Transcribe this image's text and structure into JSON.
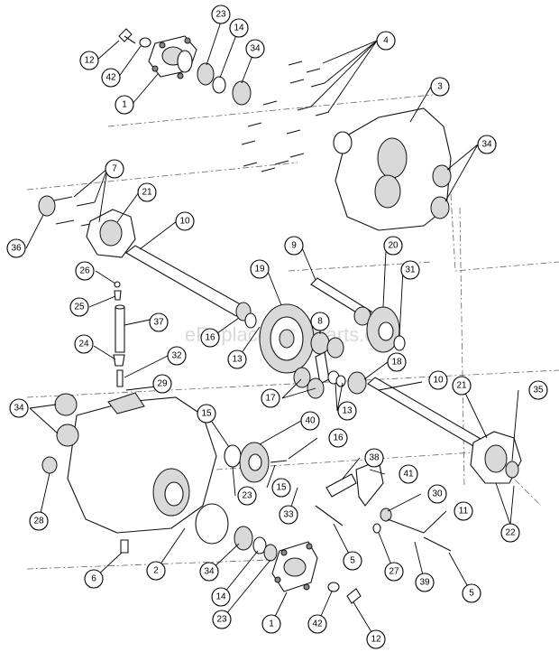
{
  "watermark": "eReplacementParts.com",
  "callouts": [
    {
      "id": "c-12a",
      "label": "12"
    },
    {
      "id": "c-42a",
      "label": "42"
    },
    {
      "id": "c-1a",
      "label": "1"
    },
    {
      "id": "c-23a",
      "label": "23"
    },
    {
      "id": "c-14a",
      "label": "14"
    },
    {
      "id": "c-34a",
      "label": "34"
    },
    {
      "id": "c-4",
      "label": "4"
    },
    {
      "id": "c-3",
      "label": "3"
    },
    {
      "id": "c-34b",
      "label": "34"
    },
    {
      "id": "c-7",
      "label": "7"
    },
    {
      "id": "c-21a",
      "label": "21"
    },
    {
      "id": "c-36",
      "label": "36"
    },
    {
      "id": "c-10a",
      "label": "10"
    },
    {
      "id": "c-9",
      "label": "9"
    },
    {
      "id": "c-20",
      "label": "20"
    },
    {
      "id": "c-31",
      "label": "31"
    },
    {
      "id": "c-19",
      "label": "19"
    },
    {
      "id": "c-26",
      "label": "26"
    },
    {
      "id": "c-25",
      "label": "25"
    },
    {
      "id": "c-37",
      "label": "37"
    },
    {
      "id": "c-16",
      "label": "16"
    },
    {
      "id": "c-8",
      "label": "8"
    },
    {
      "id": "c-13a",
      "label": "13"
    },
    {
      "id": "c-24",
      "label": "24"
    },
    {
      "id": "c-32",
      "label": "32"
    },
    {
      "id": "c-18",
      "label": "18"
    },
    {
      "id": "c-29",
      "label": "29"
    },
    {
      "id": "c-17",
      "label": "17"
    },
    {
      "id": "c-13b",
      "label": "13"
    },
    {
      "id": "c-10b",
      "label": "10"
    },
    {
      "id": "c-35",
      "label": "35"
    },
    {
      "id": "c-21b",
      "label": "21"
    },
    {
      "id": "c-34c",
      "label": "34"
    },
    {
      "id": "c-15a",
      "label": "15"
    },
    {
      "id": "c-40",
      "label": "40"
    },
    {
      "id": "c-16b",
      "label": "16"
    },
    {
      "id": "c-38",
      "label": "38"
    },
    {
      "id": "c-23b",
      "label": "23"
    },
    {
      "id": "c-15b",
      "label": "15"
    },
    {
      "id": "c-41",
      "label": "41"
    },
    {
      "id": "c-28",
      "label": "28"
    },
    {
      "id": "c-33",
      "label": "33"
    },
    {
      "id": "c-30",
      "label": "30"
    },
    {
      "id": "c-11",
      "label": "11"
    },
    {
      "id": "c-22",
      "label": "22"
    },
    {
      "id": "c-5a",
      "label": "5"
    },
    {
      "id": "c-27",
      "label": "27"
    },
    {
      "id": "c-39",
      "label": "39"
    },
    {
      "id": "c-6",
      "label": "6"
    },
    {
      "id": "c-2",
      "label": "2"
    },
    {
      "id": "c-34d",
      "label": "34"
    },
    {
      "id": "c-14b",
      "label": "14"
    },
    {
      "id": "c-5b",
      "label": "5"
    },
    {
      "id": "c-23c",
      "label": "23"
    },
    {
      "id": "c-1b",
      "label": "1"
    },
    {
      "id": "c-42b",
      "label": "42"
    },
    {
      "id": "c-12b",
      "label": "12"
    }
  ]
}
